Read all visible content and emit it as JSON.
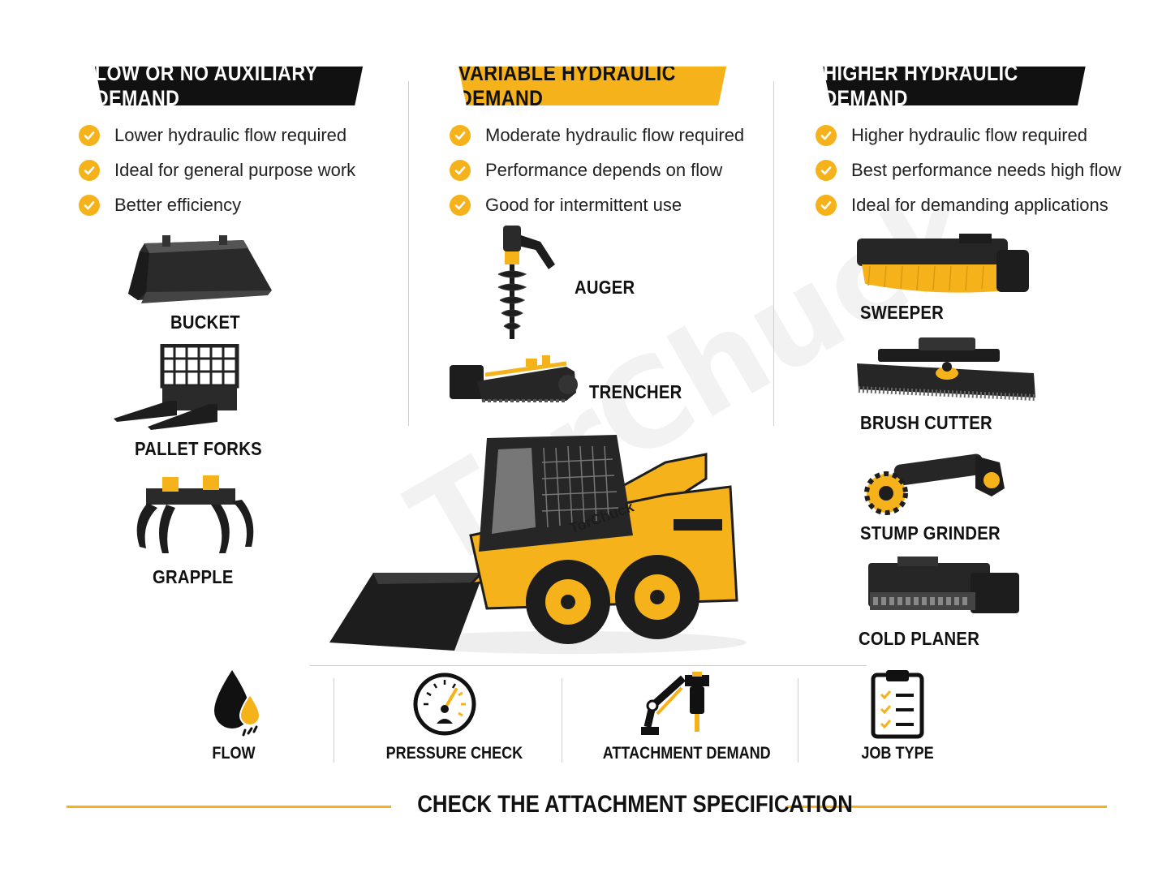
{
  "columns": [
    {
      "title": "LOW OR NO AUXILIARY DEMAND",
      "bullets": [
        "Lower hydraulic flow required",
        "Ideal for general purpose work",
        "Better efficiency"
      ],
      "attachments": [
        "BUCKET",
        "PALLET FORKS",
        "GRAPPLE"
      ]
    },
    {
      "title": "VARIABLE HYDRAULIC DEMAND",
      "bullets": [
        "Moderate hydraulic flow required",
        "Performance depends on flow",
        "Good for intermittent use"
      ],
      "attachments": [
        "AUGER",
        "TRENCHER"
      ]
    },
    {
      "title": "HIGHER HYDRAULIC DEMAND",
      "bullets": [
        "Higher hydraulic flow required",
        "Best performance needs high flow",
        "Ideal for demanding applications"
      ],
      "attachments": [
        "SWEEPER",
        "BRUSH CUTTER",
        "STUMP GRINDER",
        "COLD PLANER"
      ]
    }
  ],
  "machine_brand": "TorChuck",
  "watermark": "TorChuck",
  "icons": [
    {
      "label": "FLOW",
      "icon": "oil-drop-icon"
    },
    {
      "label": "PRESSURE CHECK",
      "icon": "pressure-gauge-icon"
    },
    {
      "label": "ATTACHMENT DEMAND",
      "icon": "hydraulic-arm-icon"
    },
    {
      "label": "JOB TYPE",
      "icon": "clipboard-checklist-icon"
    }
  ],
  "footer": "CHECK THE ATTACHMENT SPECIFICATION",
  "colors": {
    "accent": "#f5b21b",
    "dark": "#111111"
  }
}
